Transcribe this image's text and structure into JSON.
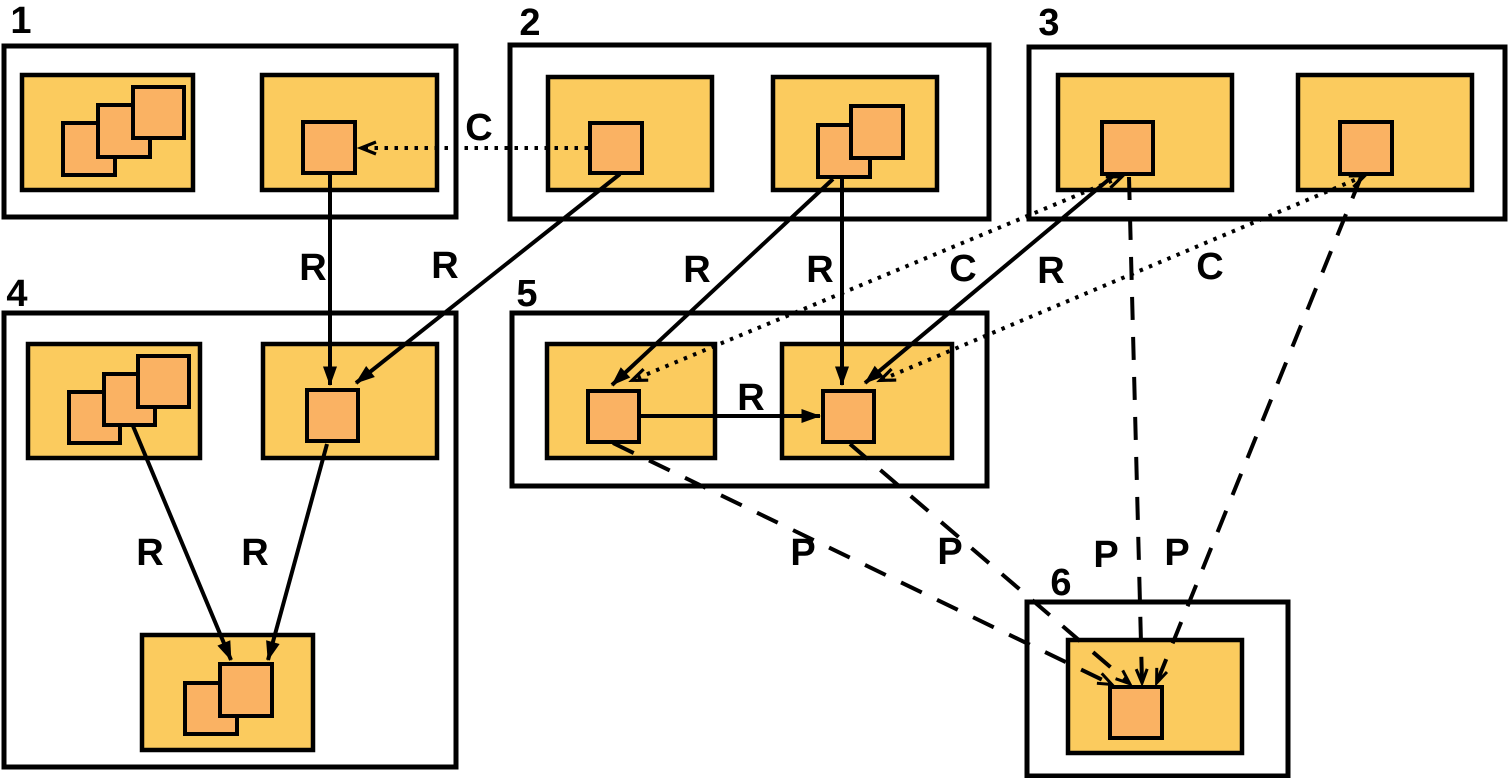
{
  "diagram": {
    "description": "Six numbered container groups holding orange component boxes with nested object squares, connected by R (solid), C (dotted) and P (dashed) arrows",
    "colors": {
      "background": "#ffffff",
      "container_fill": "#ffffff",
      "component_fill": "#FBCB5E",
      "object_fill": "#FAB263",
      "line": "#000000"
    },
    "groups": [
      {
        "label": "1",
        "components": [
          {
            "objects": 3
          },
          {
            "objects": 1
          }
        ]
      },
      {
        "label": "2",
        "components": [
          {
            "objects": 1
          },
          {
            "objects": 2
          }
        ]
      },
      {
        "label": "3",
        "components": [
          {
            "objects": 1
          },
          {
            "objects": 1
          }
        ]
      },
      {
        "label": "4",
        "components": [
          {
            "objects": 3
          },
          {
            "objects": 1
          },
          {
            "objects": 2
          }
        ]
      },
      {
        "label": "5",
        "components": [
          {
            "objects": 1
          },
          {
            "objects": 1
          }
        ]
      },
      {
        "label": "6",
        "components": [
          {
            "objects": 1
          }
        ]
      }
    ],
    "edges": [
      {
        "label": "C",
        "style": "dotted",
        "from": "group-2-left-object",
        "to": "group-1-right-object",
        "bidirectional": false
      },
      {
        "label": "R",
        "style": "solid",
        "from": "group-1-right-object",
        "to": "group-4-right-object",
        "bidirectional": false
      },
      {
        "label": "R",
        "style": "solid",
        "from": "group-2-left-object",
        "to": "group-4-right-object",
        "bidirectional": false
      },
      {
        "label": "R",
        "style": "solid",
        "from": "group-2-right-object",
        "to": "group-5-left-object",
        "bidirectional": false
      },
      {
        "label": "R",
        "style": "solid",
        "from": "group-2-right-object",
        "to": "group-5-right-object",
        "bidirectional": false
      },
      {
        "label": "C",
        "style": "dotted",
        "from": "group-3-left-object",
        "to": "group-5-left-object",
        "bidirectional": true
      },
      {
        "label": "R",
        "style": "solid",
        "from": "group-3-left-object",
        "to": "group-5-right-object",
        "bidirectional": false
      },
      {
        "label": "C",
        "style": "dotted",
        "from": "group-3-right-object",
        "to": "group-5-right-object",
        "bidirectional": true
      },
      {
        "label": "R",
        "style": "solid",
        "from": "group-5-left-object",
        "to": "group-5-right-object",
        "bidirectional": false
      },
      {
        "label": "R",
        "style": "solid",
        "from": "group-4-left-object",
        "to": "group-4-bottom-object",
        "bidirectional": false
      },
      {
        "label": "R",
        "style": "solid",
        "from": "group-4-right-object",
        "to": "group-4-bottom-object",
        "bidirectional": false
      },
      {
        "label": "P",
        "style": "dashed",
        "from": "group-5-left-object",
        "to": "group-6-object",
        "bidirectional": false
      },
      {
        "label": "P",
        "style": "dashed",
        "from": "group-5-right-object",
        "to": "group-6-object",
        "bidirectional": false
      },
      {
        "label": "P",
        "style": "dashed",
        "from": "group-3-left-object",
        "to": "group-6-object",
        "bidirectional": false
      },
      {
        "label": "P",
        "style": "dashed",
        "from": "group-3-right-object",
        "to": "group-6-object",
        "bidirectional": false
      }
    ]
  }
}
